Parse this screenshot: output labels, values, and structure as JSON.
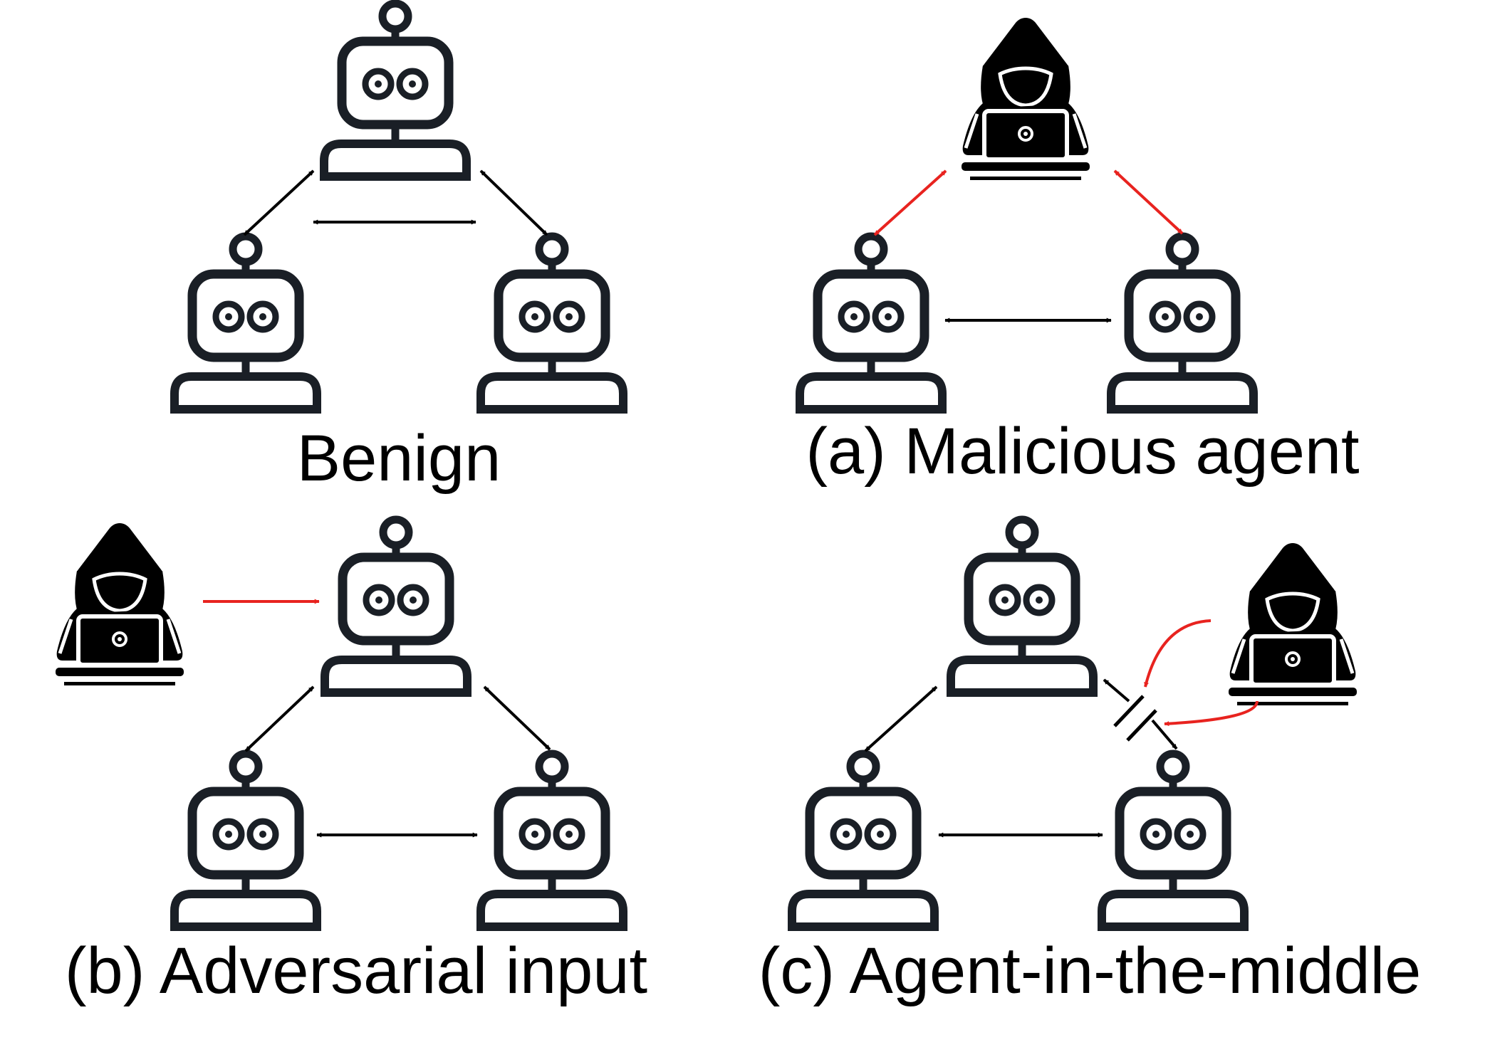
{
  "colors": {
    "ink": "#1a1f26",
    "attack": "#e8231f",
    "line": "#000000"
  },
  "icons": {
    "agent": "robot-icon",
    "attacker": "hooded-hacker-icon"
  },
  "panels": [
    {
      "id": "benign",
      "caption": "Benign"
    },
    {
      "id": "malicious_agent",
      "caption": "(a) Malicious agent"
    },
    {
      "id": "adversarial_input",
      "caption": "(b) Adversarial input"
    },
    {
      "id": "agent_in_the_middle",
      "caption": "(c) Agent-in-the-middle"
    }
  ]
}
